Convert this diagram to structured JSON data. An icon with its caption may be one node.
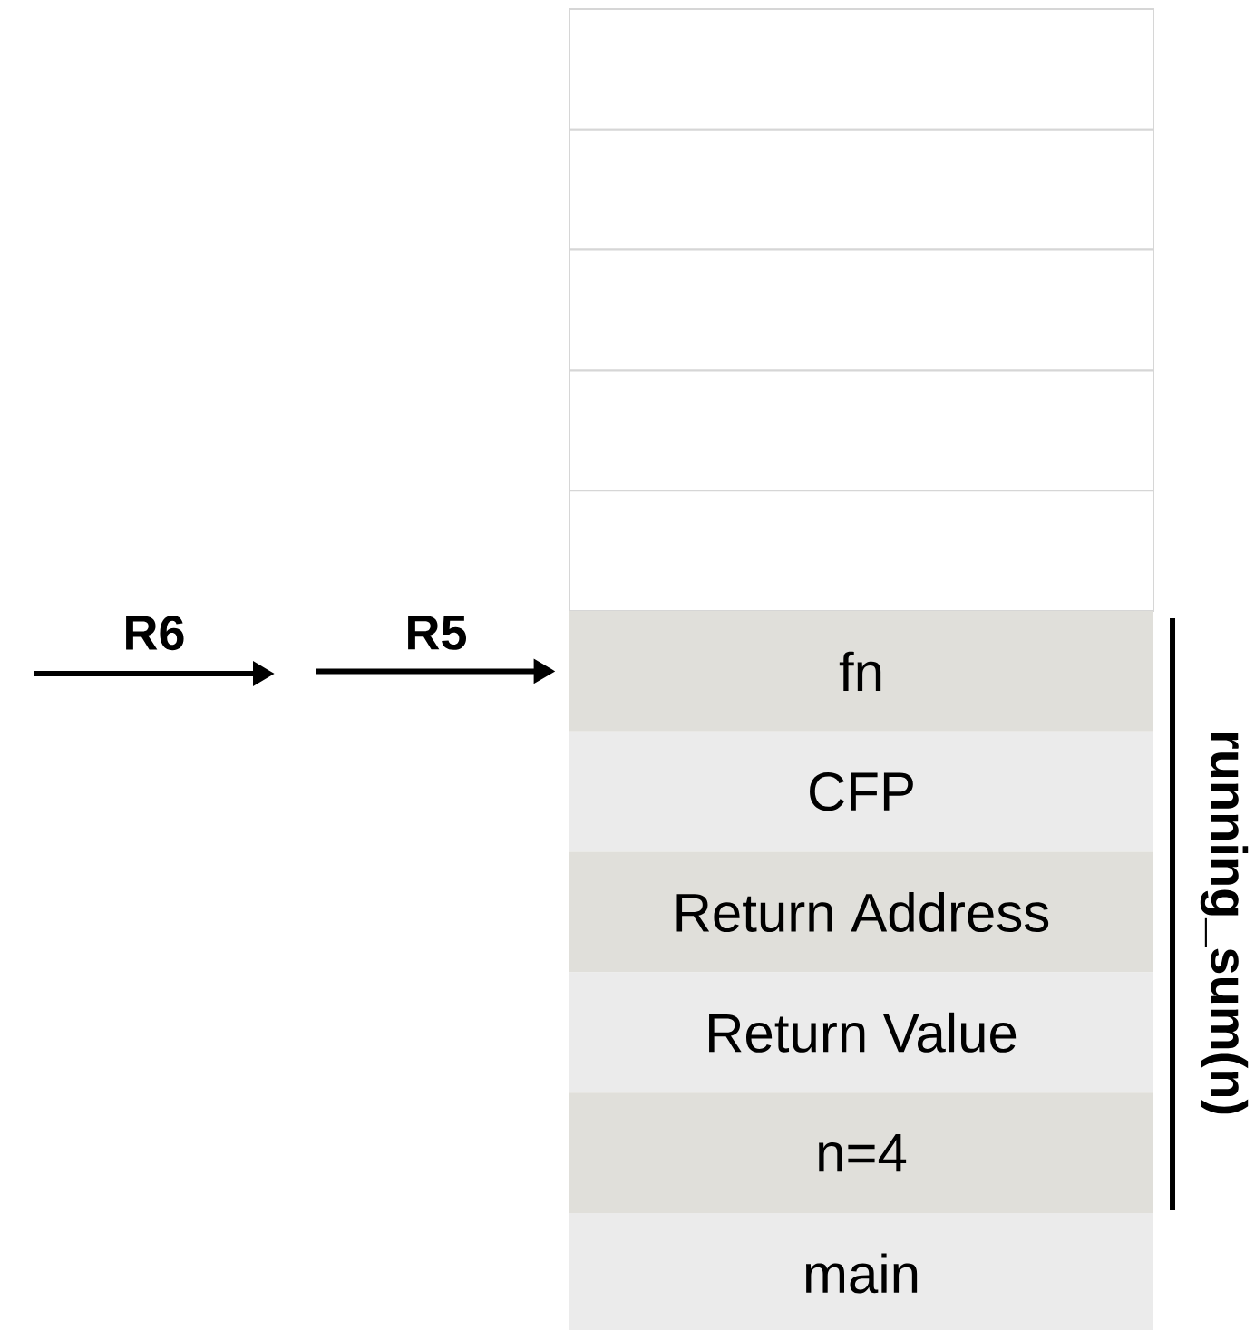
{
  "diagram": {
    "nodes": [
      {
        "text": [],
        "shape": "box"
      },
      {
        "text": [],
        "shape": "box"
      },
      {
        "text": [],
        "shape": "box"
      },
      {
        "text": [],
        "shape": "box"
      },
      {
        "text": [],
        "shape": "box"
      },
      {
        "text": [
          "fn"
        ]
      },
      {
        "text": [
          "CFP"
        ]
      },
      {
        "text": [
          "Return Address"
        ]
      },
      {
        "text": [
          "Return Value"
        ]
      },
      {
        "text": [
          "n=4"
        ]
      },
      {
        "text": [
          "main"
        ]
      }
    ],
    "edges": [
      {
        "from": null,
        "to": 5,
        "arrow": "to",
        "label": "R5"
      }
    ],
    "labels": [
      "R6",
      "running_sum(n)"
    ]
  }
}
